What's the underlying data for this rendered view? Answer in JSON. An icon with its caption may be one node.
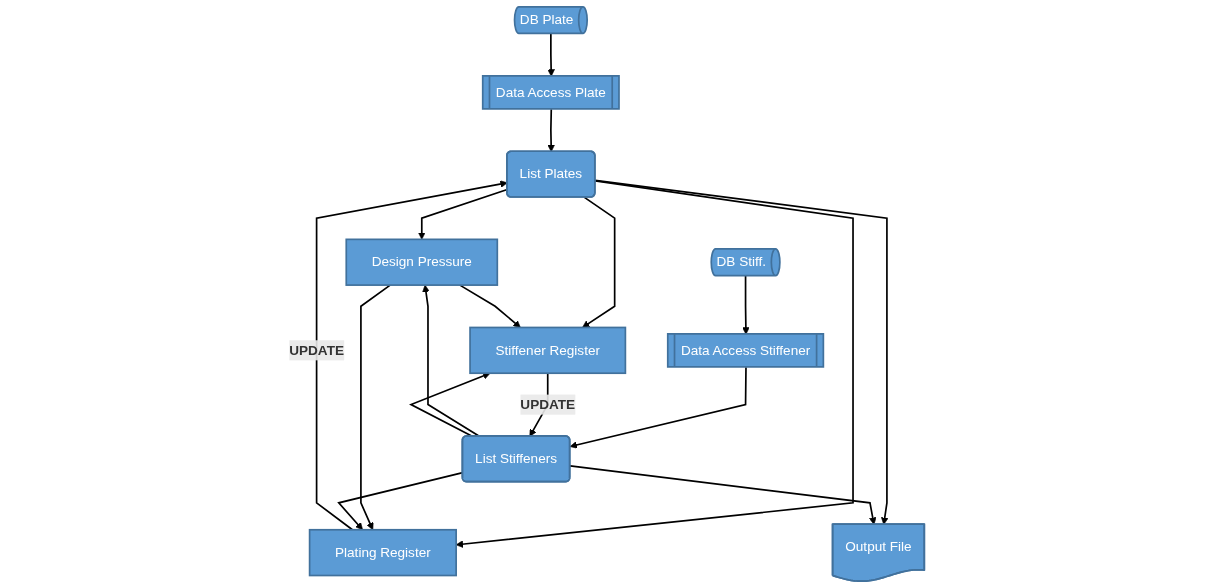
{
  "diagram": {
    "nodes": [
      {
        "text": [
          "DB Plate"
        ]
      },
      {
        "text": [
          "Data Access Plate"
        ]
      },
      {
        "text": [
          "Data Access Stiffener"
        ]
      },
      {
        "text": [
          "DB Stiff."
        ]
      },
      {
        "text": [
          "List Plates"
        ]
      },
      {
        "text": [
          "Design Pressure"
        ]
      },
      {
        "text": [
          "List Stiffeners"
        ]
      },
      {
        "text": [
          "Plating Register"
        ]
      },
      {
        "text": [
          "Stiffener Register"
        ]
      },
      {
        "text": [
          "Output File"
        ]
      }
    ],
    "edges": [
      {
        "from": 0,
        "to": 1,
        "arrow": "to"
      },
      {
        "from": 3,
        "to": 2,
        "arrow": "to"
      },
      {
        "from": 1,
        "to": 4,
        "arrow": "to"
      },
      {
        "from": 2,
        "to": 6,
        "arrow": "to"
      },
      {
        "from": 4,
        "to": 5,
        "arrow": "to"
      },
      {
        "from": 6,
        "to": 5,
        "arrow": "to"
      },
      {
        "from": 4,
        "to": 7,
        "arrow": "to"
      },
      {
        "from": 5,
        "to": 7,
        "arrow": "to"
      },
      {
        "from": 6,
        "to": 7,
        "arrow": "to"
      },
      {
        "from": 4,
        "to": 8,
        "arrow": "to"
      },
      {
        "from": 5,
        "to": 8,
        "arrow": "to"
      },
      {
        "from": 6,
        "to": 8,
        "arrow": "to"
      },
      {
        "from": 4,
        "to": 9,
        "arrow": "to"
      },
      {
        "from": 6,
        "to": 9,
        "arrow": "to"
      },
      {
        "from": 7,
        "to": 4,
        "label": "UPDATE",
        "arrow": "to"
      },
      {
        "from": 8,
        "to": 6,
        "label": "UPDATE",
        "arrow": "to"
      }
    ]
  }
}
